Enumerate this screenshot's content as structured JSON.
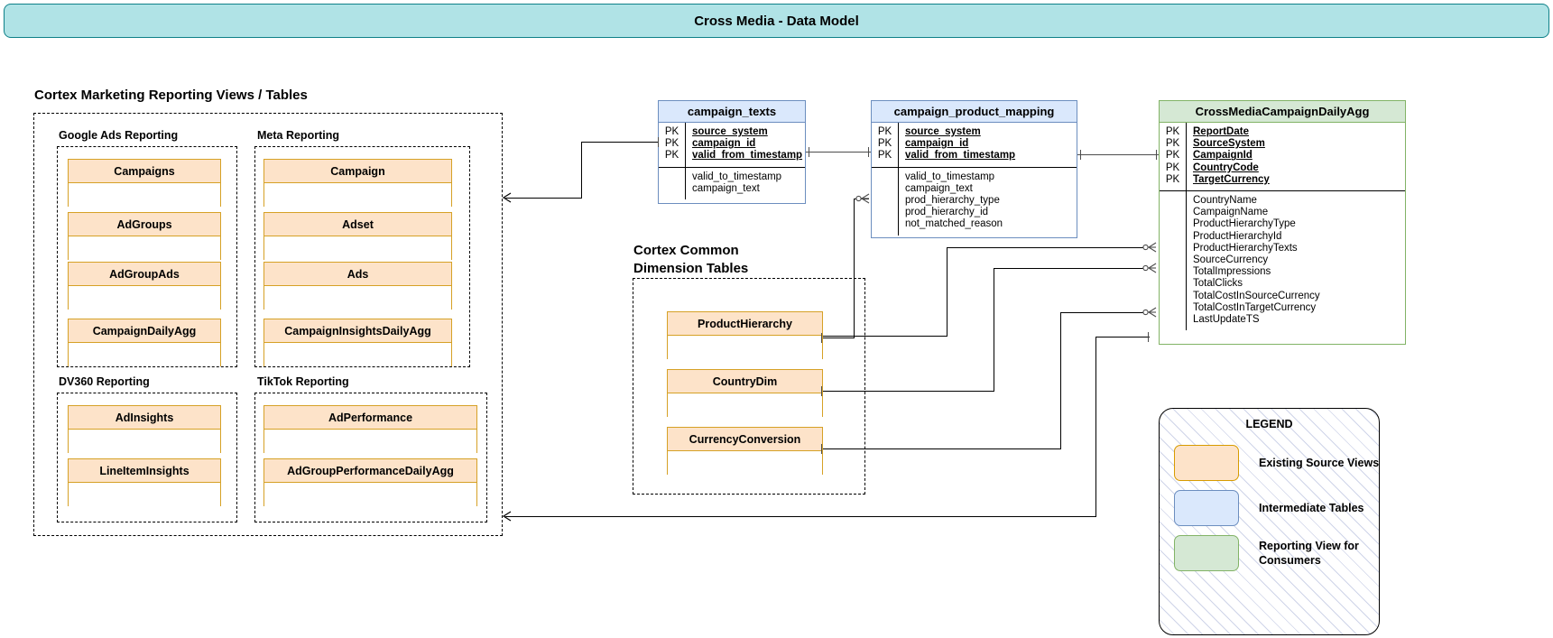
{
  "banner": {
    "title": "Cross Media - Data Model"
  },
  "sections": {
    "reporting_views": {
      "title": "Cortex Marketing Reporting Views / Tables"
    },
    "common_dims": {
      "title": "Cortex Common\nDimension Tables"
    }
  },
  "groups": [
    {
      "name": "Google Ads Reporting",
      "tables": [
        "Campaigns",
        "AdGroups",
        "AdGroupAds",
        "CampaignDailyAgg"
      ]
    },
    {
      "name": "Meta Reporting",
      "tables": [
        "Campaign",
        "Adset",
        "Ads",
        "CampaignInsightsDailyAgg"
      ]
    },
    {
      "name": "DV360 Reporting",
      "tables": [
        "AdInsights",
        "LineItemInsights"
      ]
    },
    {
      "name": "TikTok Reporting",
      "tables": [
        "AdPerformance",
        "AdGroupPerformanceDailyAgg"
      ]
    }
  ],
  "dimension_tables": [
    "ProductHierarchy",
    "CountryDim",
    "CurrencyConversion"
  ],
  "entities": [
    {
      "id": "campaign_texts",
      "name": "campaign_texts",
      "style": "intermediate",
      "keys": [
        {
          "key": "PK",
          "field": "source_system"
        },
        {
          "key": "PK",
          "field": "campaign_id"
        },
        {
          "key": "PK",
          "field": "valid_from_timestamp"
        }
      ],
      "fields": [
        "valid_to_timestamp",
        "campaign_text"
      ]
    },
    {
      "id": "campaign_product_mapping",
      "name": "campaign_product_mapping",
      "style": "intermediate",
      "keys": [
        {
          "key": "PK",
          "field": "source_system"
        },
        {
          "key": "PK",
          "field": "campaign_id"
        },
        {
          "key": "PK",
          "field": "valid_from_timestamp"
        }
      ],
      "fields": [
        "valid_to_timestamp",
        "campaign_text",
        "prod_hierarchy_type",
        "prod_hierarchy_id",
        "not_matched_reason"
      ]
    },
    {
      "id": "CrossMediaCampaignDailyAgg",
      "name": "CrossMediaCampaignDailyAgg",
      "style": "reporting",
      "keys": [
        {
          "key": "PK",
          "field": "ReportDate"
        },
        {
          "key": "PK",
          "field": "SourceSystem"
        },
        {
          "key": "PK",
          "field": "CampaignId"
        },
        {
          "key": "PK",
          "field": "CountryCode"
        },
        {
          "key": "PK",
          "field": "TargetCurrency"
        }
      ],
      "fields": [
        "CountryName",
        "CampaignName",
        "ProductHierarchyType",
        "ProductHierarchyId",
        "ProductHierarchyTexts",
        "SourceCurrency",
        "TotalImpressions",
        "TotalClicks",
        "TotalCostInSourceCurrency",
        "TotalCostInTargetCurrency",
        "LastUpdateTS"
      ]
    }
  ],
  "legend": {
    "title": "LEGEND",
    "items": [
      {
        "swatch": "orange",
        "label": "Existing Source Views"
      },
      {
        "swatch": "blue",
        "label": "Intermediate Tables"
      },
      {
        "swatch": "green",
        "label": "Reporting View for\nConsumers"
      }
    ]
  },
  "colors": {
    "banner_fill": "#b0e3e6",
    "banner_stroke": "#0e8088",
    "source_fill": "#fde3c9",
    "source_stroke": "#d79b00",
    "intermediate_fill": "#dae8fc",
    "intermediate_stroke": "#6c8ebf",
    "reporting_fill": "#d5e8d4",
    "reporting_stroke": "#82b366",
    "connector": "#4d4d4d"
  }
}
